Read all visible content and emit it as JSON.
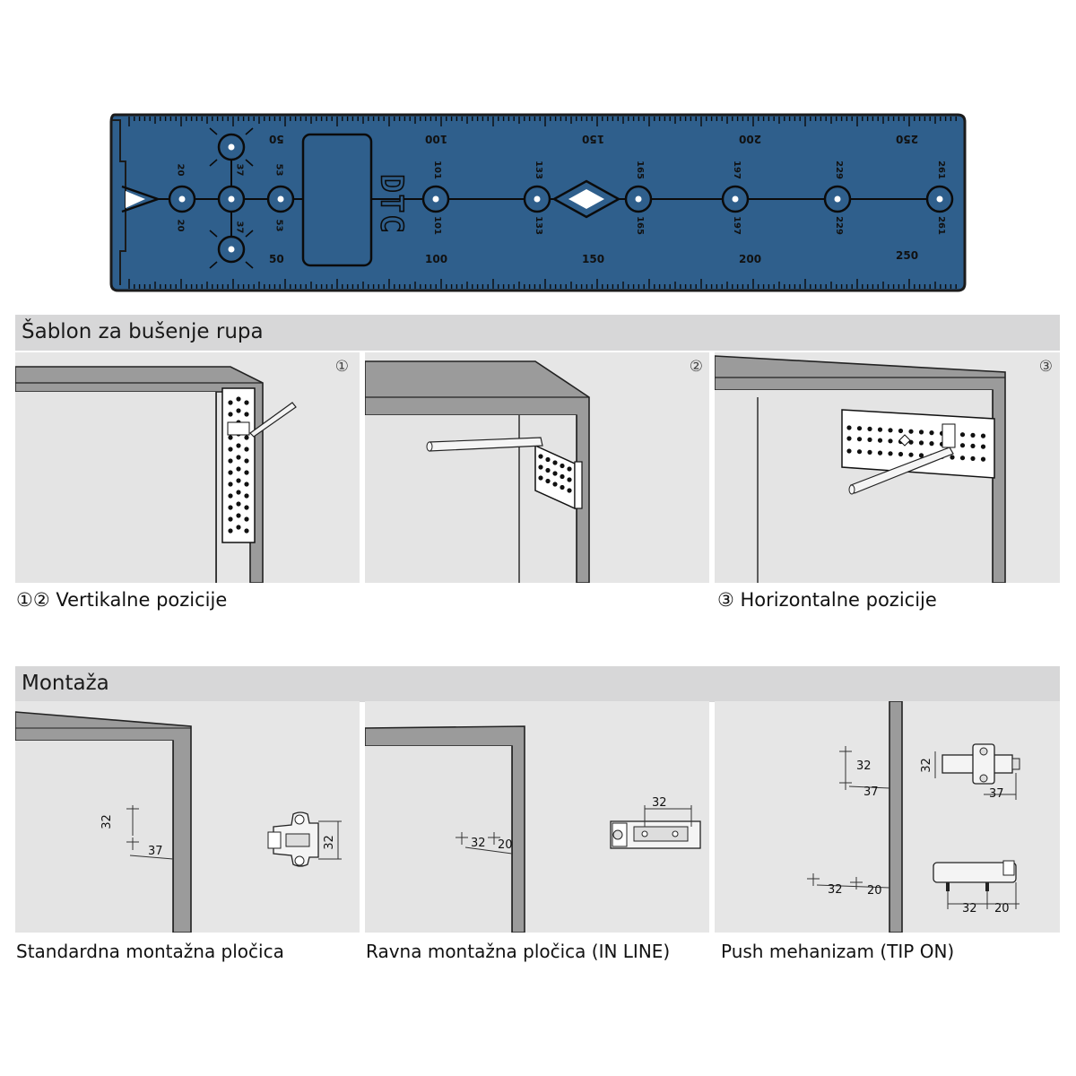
{
  "template": {
    "brand": "DTC",
    "top_ticks": [
      "50",
      "100",
      "150",
      "200",
      "250"
    ],
    "bottom_ticks": [
      "50",
      "100",
      "150",
      "200",
      "250"
    ],
    "hole_labels": [
      {
        "top": "20",
        "bottom": "20"
      },
      {
        "top": "37",
        "bottom": "37"
      },
      {
        "top": "53",
        "bottom": "53"
      },
      {
        "top": "101",
        "bottom": "101"
      },
      {
        "top": "133",
        "bottom": "133"
      },
      {
        "top": "165",
        "bottom": "165"
      },
      {
        "top": "197",
        "bottom": "197"
      },
      {
        "top": "229",
        "bottom": "229"
      },
      {
        "top": "261",
        "bottom": "261"
      }
    ],
    "colors": {
      "plate": "#2f5f8c",
      "outline": "#1b1b1b",
      "marks": "#0b0b0b"
    }
  },
  "section1": {
    "title": "Šablon za bušenje rupa",
    "panels": [
      {
        "num": "①"
      },
      {
        "num": "②"
      },
      {
        "num": "③"
      }
    ],
    "caption_vertical": "①② Vertikalne pozicije",
    "caption_horizontal": "③ Horizontalne pozicije"
  },
  "section2": {
    "title": "Montaža",
    "captions": [
      "Standardna montažna pločica",
      "Ravna montažna pločica (IN LINE)",
      "Push mehanizam (TIP ON)"
    ],
    "dims": {
      "p1_v": "32",
      "p1_h": "37",
      "p1_part": "32",
      "p2_a": "32",
      "p2_b": "20",
      "p2_part": "32",
      "p3_v": "32",
      "p3_h": "37",
      "p3_a": "32",
      "p3_b": "20",
      "p3_part1_v": "32",
      "p3_part1_h": "37",
      "p3_part2_a": "32",
      "p3_part2_b": "20"
    }
  }
}
